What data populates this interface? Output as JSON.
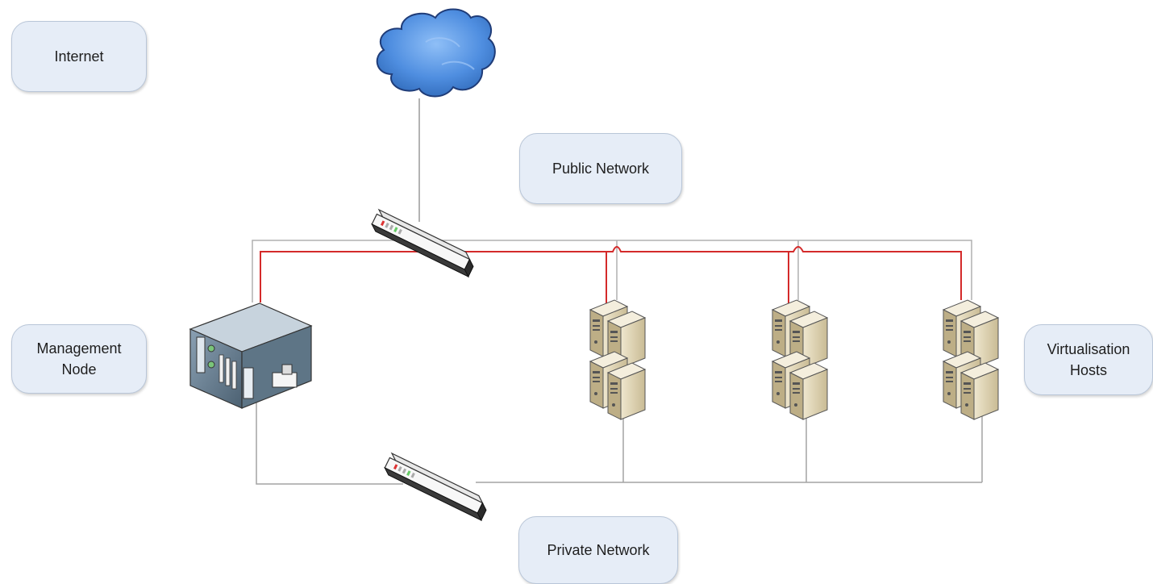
{
  "labels": {
    "internet": "Internet",
    "public_network": "Public Network",
    "management_node": "Management\nNode",
    "virtualisation_hosts": "Virtualisation\nHosts",
    "private_network": "Private Network"
  },
  "colors": {
    "public_link": "#d42a2a",
    "private_link": "#a3a3a3",
    "label_fill": "#e6edf7",
    "cloud": "#4f8ee0"
  },
  "icons": {
    "cloud": "internet-cloud-icon",
    "switch": "network-switch-icon",
    "management_server": "management-server-icon",
    "host": "server-tower-pair-icon"
  }
}
